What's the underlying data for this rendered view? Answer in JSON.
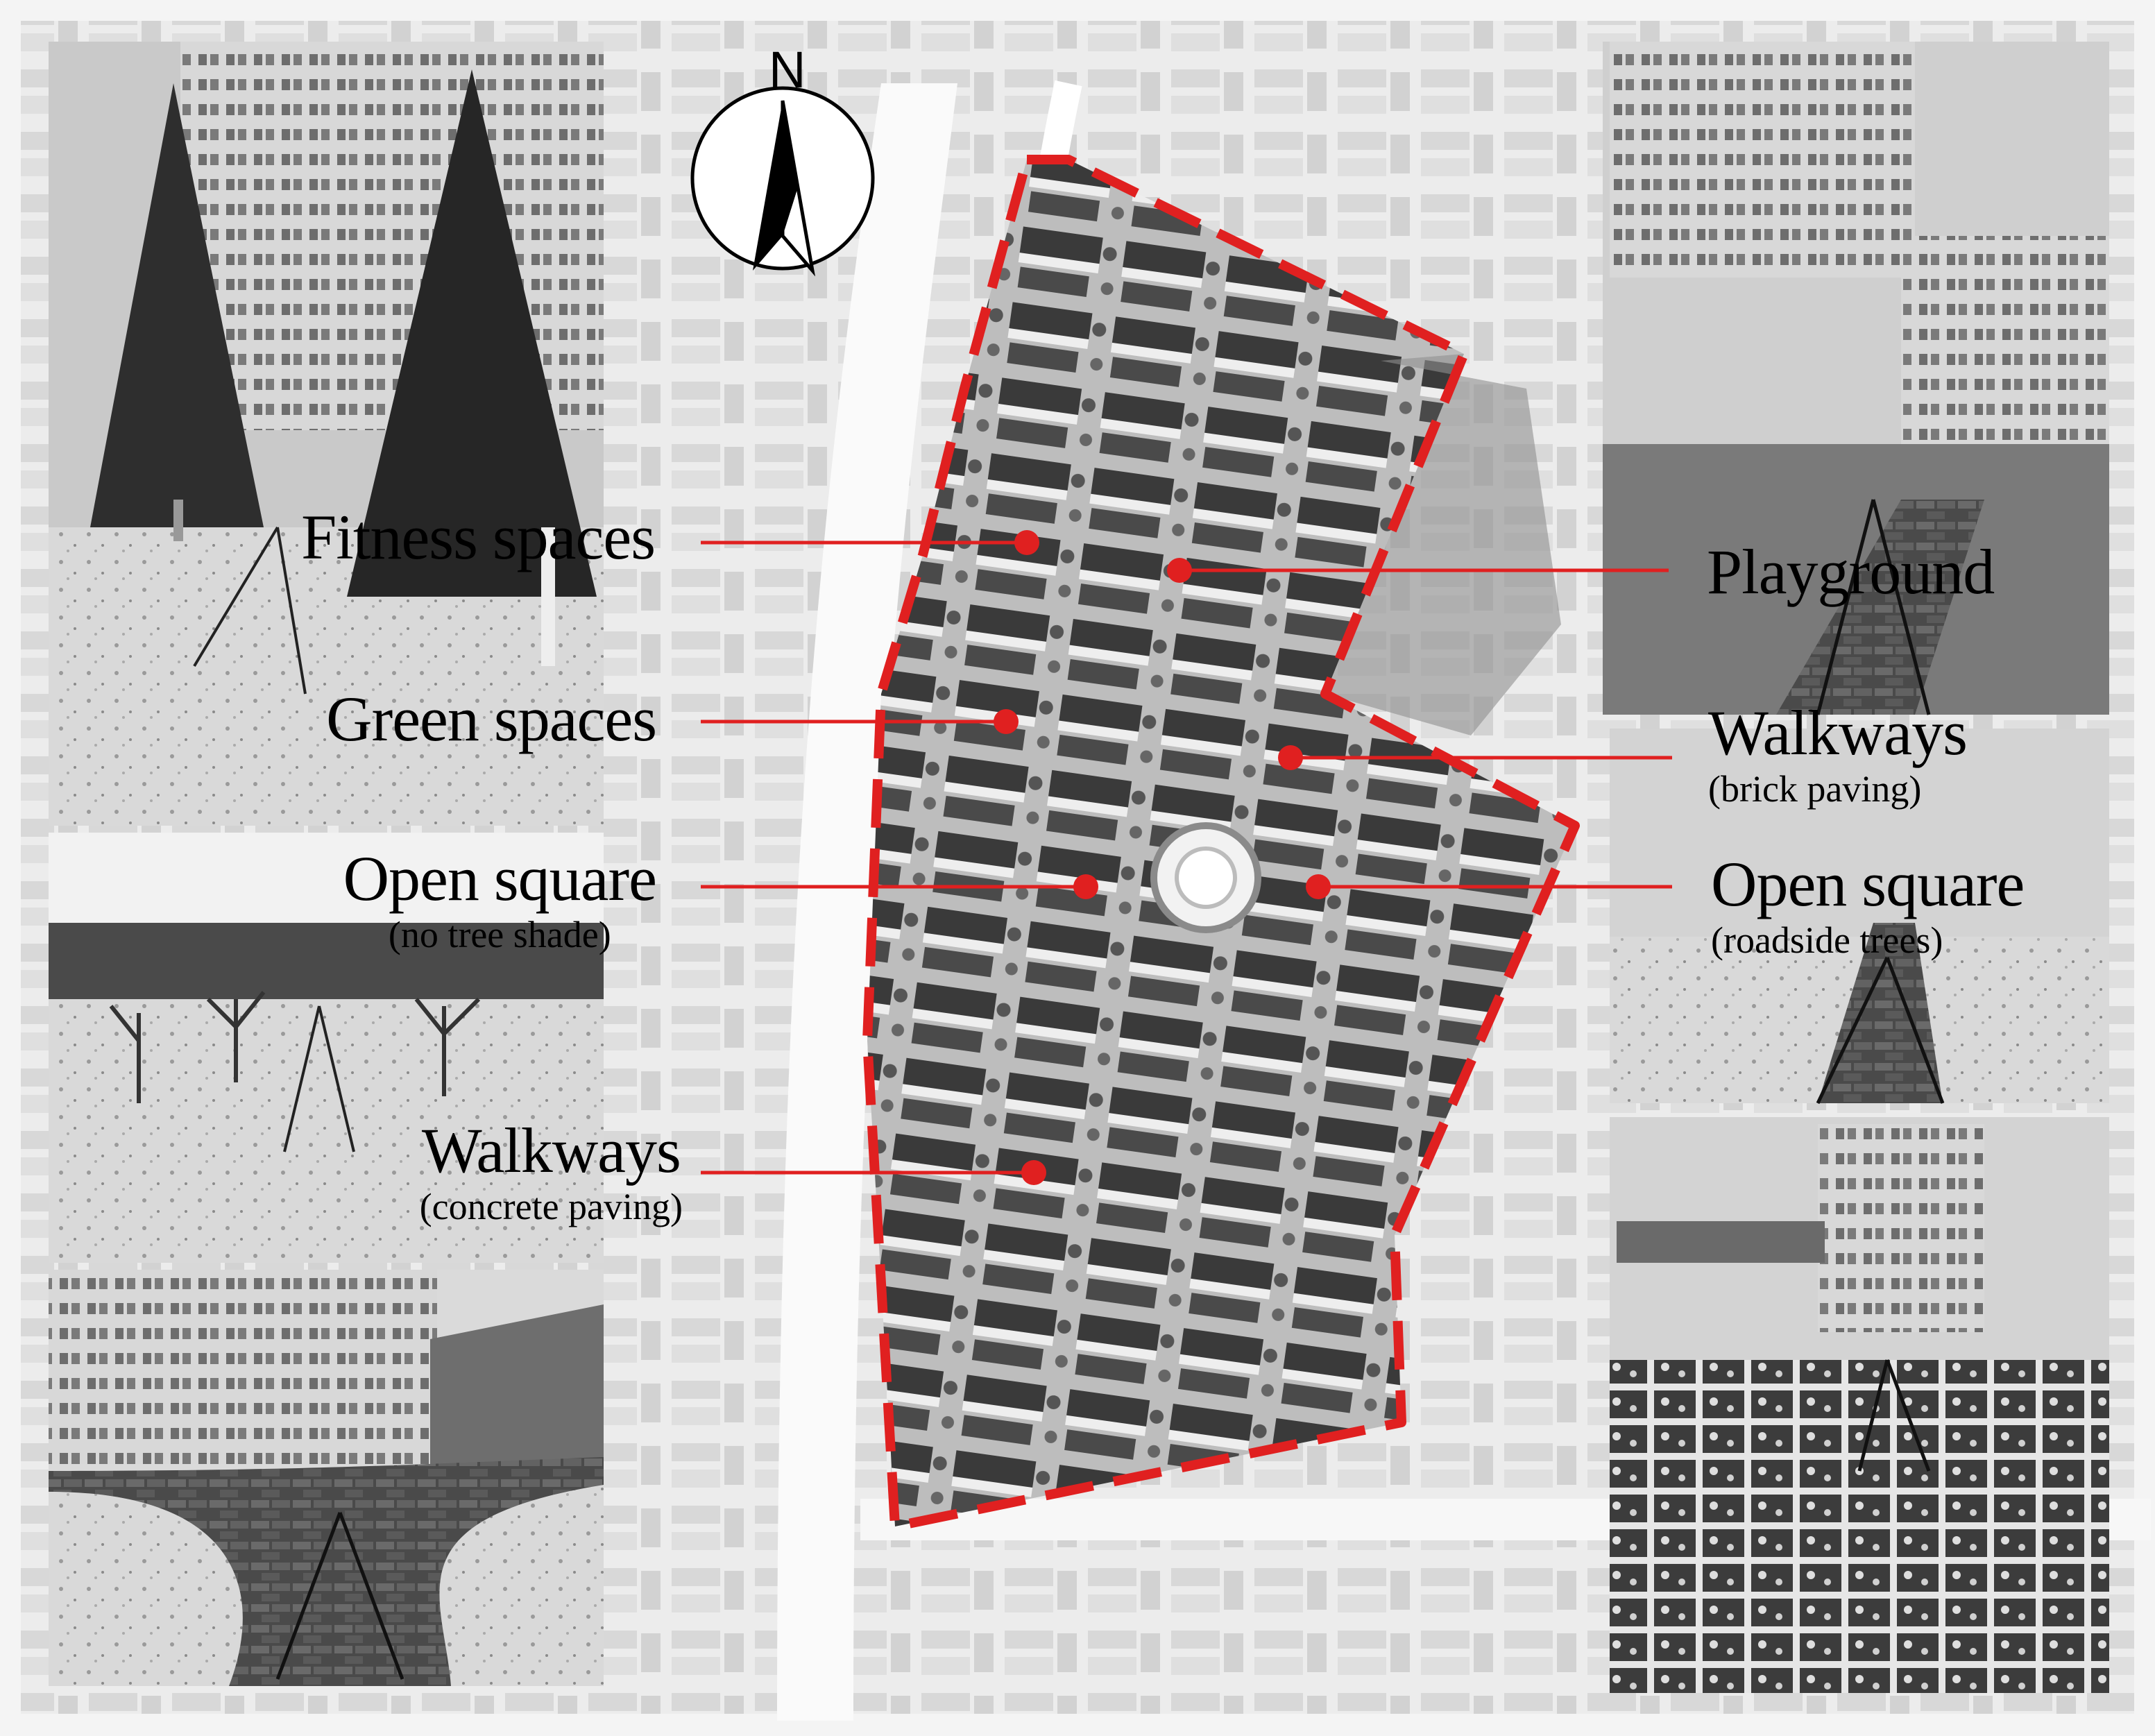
{
  "map": {
    "north_label": "N",
    "boundary_color": "#e02020",
    "marker_color": "#e02020"
  },
  "labels": {
    "fitness": {
      "main": "Fitness spaces",
      "sub": ""
    },
    "green": {
      "main": "Green spaces",
      "sub": ""
    },
    "open_square_left": {
      "main": "Open square",
      "sub": "(no tree shade)"
    },
    "walkways_left": {
      "main": "Walkways",
      "sub": "(concrete paving)"
    },
    "playground": {
      "main": "Playground",
      "sub": ""
    },
    "walkways_right": {
      "main": "Walkways",
      "sub": "(brick paving)"
    },
    "open_square_right": {
      "main": "Open square",
      "sub": "(roadside trees)"
    }
  },
  "photos": [
    {
      "name": "photo-fitness-space",
      "subject": "trees-with-tripod"
    },
    {
      "name": "photo-open-square-no-shade",
      "subject": "open-field-with-tripod"
    },
    {
      "name": "photo-walkway-concrete",
      "subject": "curved-path-with-tripod"
    },
    {
      "name": "photo-playground",
      "subject": "playground-with-tripod"
    },
    {
      "name": "photo-walkway-brick",
      "subject": "brick-walkway-with-tripod"
    },
    {
      "name": "photo-open-square-roadside-trees",
      "subject": "paved-plaza-with-tripod"
    }
  ]
}
